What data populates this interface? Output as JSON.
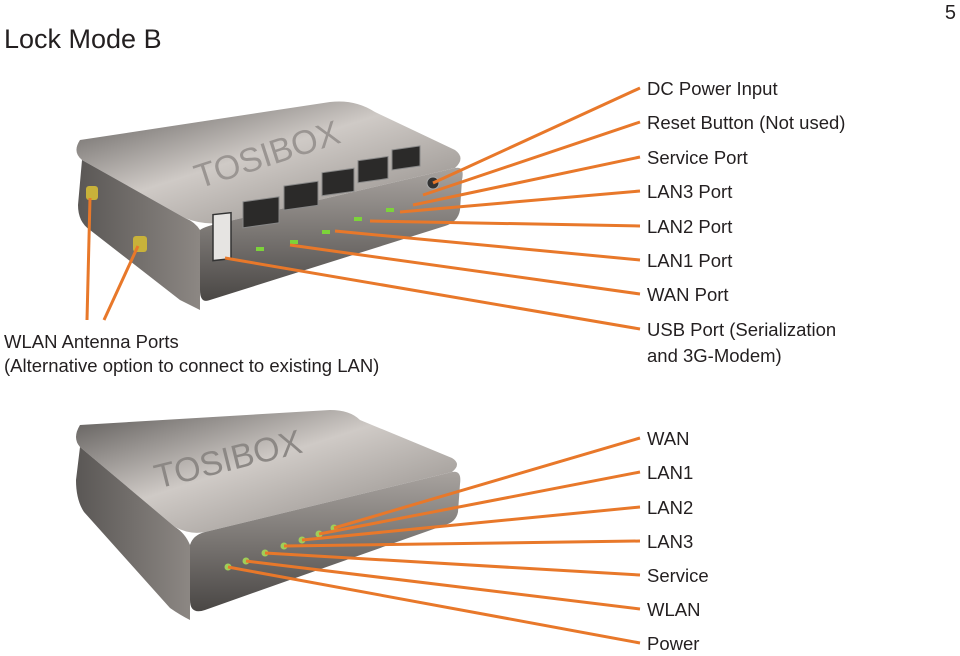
{
  "page_title": "Lock Mode B",
  "page_number": "5",
  "brand_text": "TOSIBOX",
  "accent_color": "#e8782a",
  "device_rear": {
    "wlan_label_line1": "WLAN Antenna Ports",
    "wlan_label_line2": "(Alternative option to connect to existing LAN)",
    "ports": [
      {
        "label": "DC Power Input"
      },
      {
        "label": "Reset Button (Not used)"
      },
      {
        "label": "Service Port"
      },
      {
        "label": "LAN3 Port"
      },
      {
        "label": "LAN2 Port"
      },
      {
        "label": "LAN1 Port"
      },
      {
        "label": "WAN Port"
      },
      {
        "label": "USB Port (Serialization"
      },
      {
        "label": "and 3G-Modem)"
      }
    ]
  },
  "device_front": {
    "leds": [
      {
        "label": "WAN"
      },
      {
        "label": "LAN1"
      },
      {
        "label": "LAN2"
      },
      {
        "label": "LAN3"
      },
      {
        "label": "Service"
      },
      {
        "label": "WLAN"
      },
      {
        "label": "Power"
      }
    ]
  }
}
